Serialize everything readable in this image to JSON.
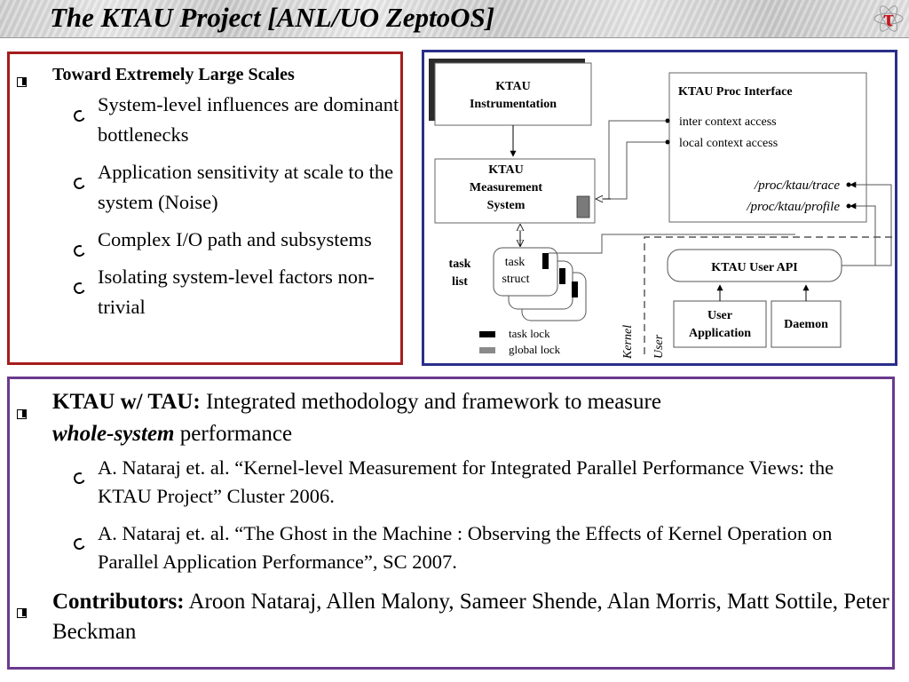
{
  "title": "The KTAU Project [ANL/UO ZeptoOS]",
  "logo_glyph": "τ",
  "left_box": {
    "heading": "Toward Extremely Large Scales",
    "items": [
      "System-level influences are dominant bottlenecks",
      "Application sensitivity at scale to the system (Noise)",
      "Complex I/O path and subsystems",
      "Isolating system-level factors non-trivial"
    ]
  },
  "diagram": {
    "instrumentation": [
      "KTAU",
      "Instrumentation"
    ],
    "measurement": [
      "KTAU",
      "Measurement",
      "System"
    ],
    "proc_interface": "KTAU Proc Interface",
    "inter_context": "inter context access",
    "local_context": "local context access",
    "proc_trace": "/proc/ktau/trace",
    "proc_profile": "/proc/ktau/profile",
    "task_list": [
      "task",
      "list"
    ],
    "task_struct": [
      "task",
      "struct"
    ],
    "task_lock": "task lock",
    "global_lock": "global lock",
    "kernel_label": "Kernel",
    "user_label": "User",
    "user_api": "KTAU User API",
    "user_application": [
      "User",
      "Application"
    ],
    "daemon": "Daemon"
  },
  "bottom_box": {
    "item1_bold": "KTAU w/ TAU:",
    "item1_text": " Integrated methodology and framework to measure ",
    "item1_italic": "whole-system",
    "item1_tail": " performance",
    "refs": [
      "A. Nataraj et. al. “Kernel-level Measurement for Integrated Parallel Performance Views: the KTAU Project” Cluster 2006.",
      "A. Nataraj et. al. “The Ghost in the Machine : Observing the Effects of Kernel Operation on Parallel Application Performance”, SC 2007."
    ],
    "item2_bold": "Contributors:",
    "item2_text": " Aroon Nataraj, Allen Malony, Sameer Shende, Alan Morris, Matt Sottile, Peter Beckman"
  }
}
